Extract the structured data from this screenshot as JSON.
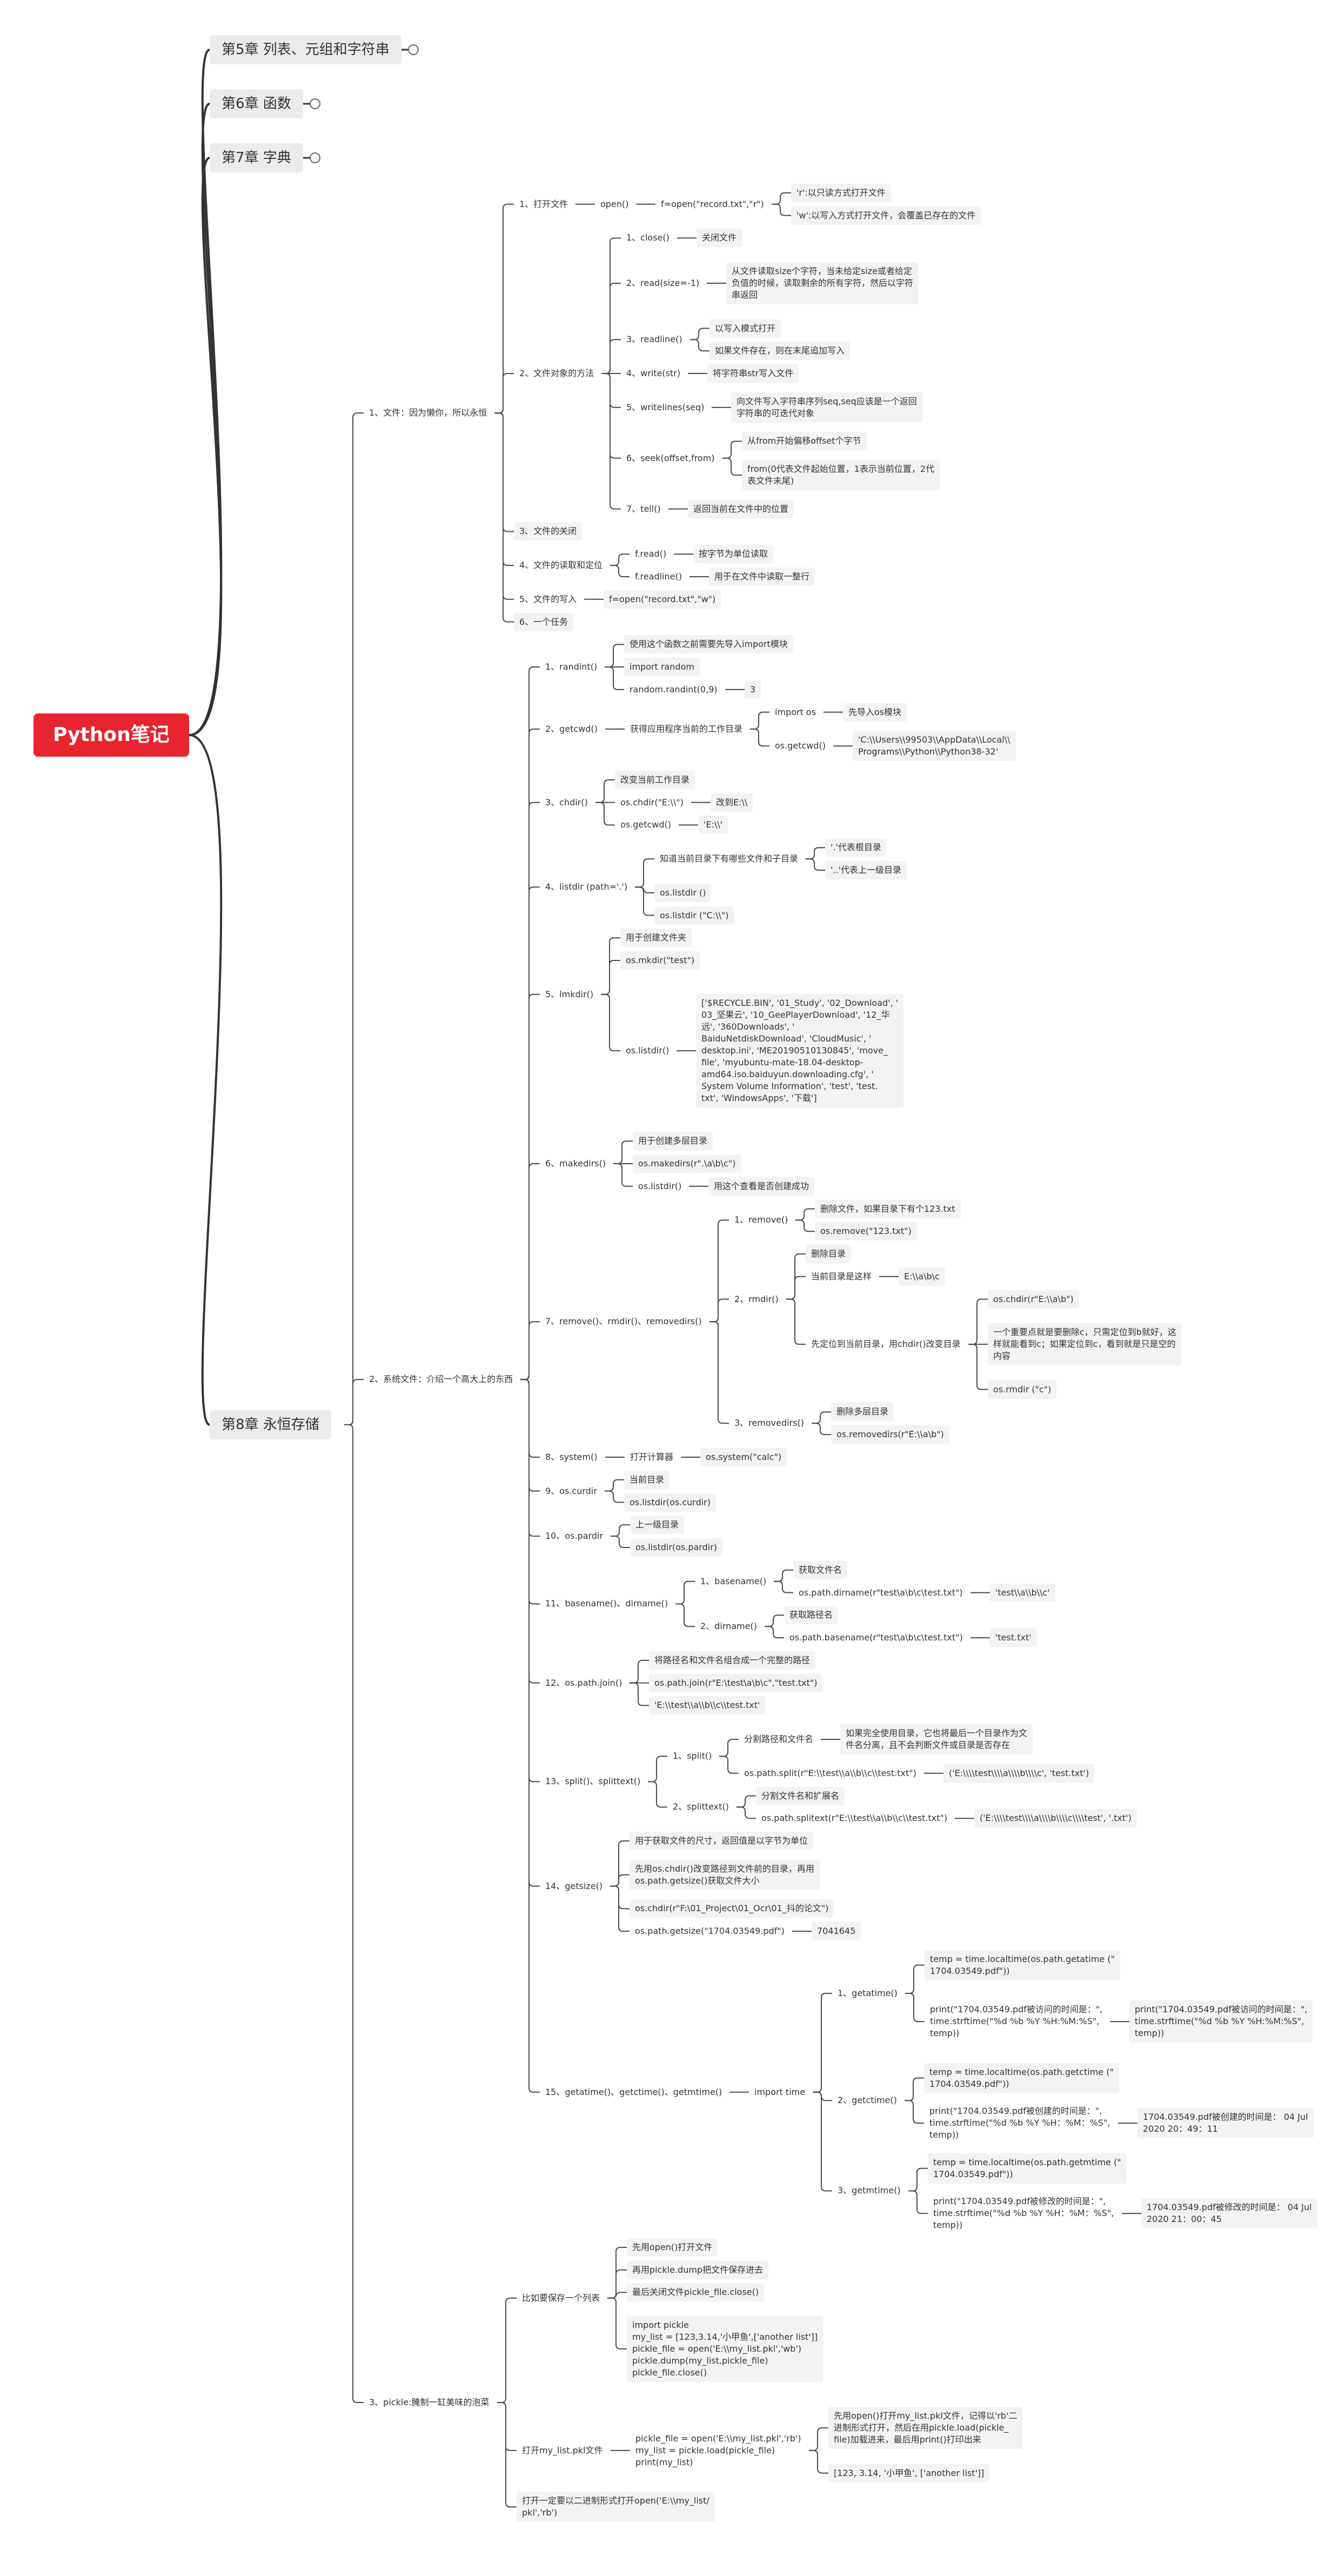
{
  "root": "Python笔记",
  "chapters": [
    "第5章 列表、元组和字符串",
    "第6章 函数",
    "第7章 字典",
    "第8章 永恒存储"
  ],
  "tree": [
    {
      "t": "1、文件：因为懒你，所以永恒",
      "c": [
        {
          "t": "1、打开文件",
          "c": [
            {
              "t": "open()",
              "c": [
                {
                  "t": "f=open(\"record.txt\",\"r\")",
                  "c": [
                    {
                      "t": "'r':以只读方式打开文件"
                    },
                    {
                      "t": "'w':以写入方式打开文件，会覆盖已存在的文件"
                    }
                  ]
                }
              ]
            }
          ]
        },
        {
          "t": "2、文件对象的方法",
          "c": [
            {
              "t": "1、close()",
              "c": [
                {
                  "t": "关闭文件"
                }
              ]
            },
            {
              "t": "2、read(size=-1)",
              "c": [
                {
                  "t": "从文件读取size个字符，当未给定size或者给定\n负值的时候，读取剩余的所有字符，然后以字符\n串返回"
                }
              ]
            },
            {
              "t": "3、readline()",
              "c": [
                {
                  "t": "以写入模式打开"
                },
                {
                  "t": "如果文件存在，则在末尾追加写入"
                }
              ]
            },
            {
              "t": "4、write(str)",
              "c": [
                {
                  "t": "将字符串str写入文件"
                }
              ]
            },
            {
              "t": "5、writelines(seq)",
              "c": [
                {
                  "t": "向文件写入字符串序列seq,seq应该是一个返回\n字符串的可迭代对象"
                }
              ]
            },
            {
              "t": "6、seek(offset,from)",
              "c": [
                {
                  "t": "从from开始偏移offset个字节"
                },
                {
                  "t": "from(0代表文件起始位置，1表示当前位置，2代\n表文件末尾)"
                }
              ]
            },
            {
              "t": "7、tell()",
              "c": [
                {
                  "t": "返回当前在文件中的位置"
                }
              ]
            }
          ]
        },
        {
          "t": "3、文件的关闭"
        },
        {
          "t": "4、文件的读取和定位",
          "c": [
            {
              "t": "f.read()",
              "c": [
                {
                  "t": "按字节为单位读取"
                }
              ]
            },
            {
              "t": "f.readline()",
              "c": [
                {
                  "t": "用于在文件中读取一整行"
                }
              ]
            }
          ]
        },
        {
          "t": "5、文件的写入",
          "c": [
            {
              "t": "f=open(\"record.txt\",\"w\")"
            }
          ]
        },
        {
          "t": "6、一个任务"
        }
      ]
    },
    {
      "t": "2、系统文件：介绍一个高大上的东西",
      "c": [
        {
          "t": "1、randint()",
          "c": [
            {
              "t": "使用这个函数之前需要先导入import模块"
            },
            {
              "t": "import random"
            },
            {
              "t": "random.randint(0,9)",
              "c": [
                {
                  "t": "3"
                }
              ]
            }
          ]
        },
        {
          "t": "2、getcwd()",
          "c": [
            {
              "t": "获得应用程序当前的工作目录",
              "c": [
                {
                  "t": "import os",
                  "c": [
                    {
                      "t": "先导入os模块"
                    }
                  ]
                },
                {
                  "t": "os.getcwd()",
                  "c": [
                    {
                      "t": "'C:\\\\Users\\\\99503\\\\AppData\\\\Local\\\\\nPrograms\\\\Python\\\\Python38-32'"
                    }
                  ]
                }
              ]
            }
          ]
        },
        {
          "t": "3、chdir()",
          "c": [
            {
              "t": "改变当前工作目录"
            },
            {
              "t": "os.chdir(\"E:\\\\\")",
              "c": [
                {
                  "t": "改到E:\\\\"
                }
              ]
            },
            {
              "t": "os.getcwd()",
              "c": [
                {
                  "t": "'E:\\\\'"
                }
              ]
            }
          ]
        },
        {
          "t": "4、listdir (path='.')",
          "c": [
            {
              "t": "知道当前目录下有哪些文件和子目录",
              "c": [
                {
                  "t": "'.'代表根目录"
                },
                {
                  "t": "'..'代表上一级目录"
                }
              ]
            },
            {
              "t": "os.listdir ()"
            },
            {
              "t": "os.listdir (\"C:\\\\\")"
            }
          ]
        },
        {
          "t": "5、lmkdir()",
          "c": [
            {
              "t": "用于创建文件夹"
            },
            {
              "t": "os.mkdir(\"test\")"
            },
            {
              "t": "os.listdir()",
              "c": [
                {
                  "t": "['$RECYCLE.BIN', '01_Study', '02_Download', '\n03_坚果云', '10_GeePlayerDownload', '12_华\n远', '360Downloads', '\nBaiduNetdiskDownload', 'CloudMusic', '\ndesktop.ini', 'ME20190510130845', 'move_\nfile', 'myubuntu-mate-18.04-desktop-\namd64.iso.baiduyun.downloading.cfg', '\nSystem Volume Information', 'test', 'test.\ntxt', 'WindowsApps', '下载']"
                }
              ]
            }
          ]
        },
        {
          "t": "6、makedirs()",
          "c": [
            {
              "t": "用于创建多层目录"
            },
            {
              "t": "os.makedirs(r\".\\a\\b\\c\")"
            },
            {
              "t": "os.listdir()",
              "c": [
                {
                  "t": "用这个查看是否创建成功"
                }
              ]
            }
          ]
        },
        {
          "t": "7、remove()、rmdir()、removedirs()",
          "c": [
            {
              "t": "1、remove()",
              "c": [
                {
                  "t": "删除文件，如果目录下有个123.txt"
                },
                {
                  "t": "os.remove(\"123.txt\")"
                }
              ]
            },
            {
              "t": "2、rmdir()",
              "c": [
                {
                  "t": "删除目录"
                },
                {
                  "t": "当前目录是这样",
                  "c": [
                    {
                      "t": "E:\\\\a\\b\\c"
                    }
                  ]
                },
                {
                  "t": "先定位到当前目录，用chdir()改变目录",
                  "c": [
                    {
                      "t": "os.chdir(r\"E:\\\\a\\b\")"
                    },
                    {
                      "t": "一个重要点就是要删除c，只需定位到b就好，这\n样就能看到c；如果定位到c，看到就是只是空的\n内容"
                    },
                    {
                      "t": "os.rmdir (\"c\")"
                    }
                  ]
                }
              ]
            },
            {
              "t": "3、removedirs()",
              "c": [
                {
                  "t": "删除多层目录"
                },
                {
                  "t": "os.removedirs(r\"E:\\\\a\\b\")"
                }
              ]
            }
          ]
        },
        {
          "t": "8、system()",
          "c": [
            {
              "t": "打开计算器",
              "c": [
                {
                  "t": "os.system(\"calc\")"
                }
              ]
            }
          ]
        },
        {
          "t": "9、os.curdir",
          "c": [
            {
              "t": "当前目录"
            },
            {
              "t": "os.listdir(os.curdir)"
            }
          ]
        },
        {
          "t": "10、os.pardir",
          "c": [
            {
              "t": "上一级目录"
            },
            {
              "t": "os.listdir(os.pardir)"
            }
          ]
        },
        {
          "t": "11、basename()、dirname()",
          "c": [
            {
              "t": "1、basename()",
              "c": [
                {
                  "t": "获取文件名"
                },
                {
                  "t": "os.path.dirname(r\"test\\a\\b\\c\\test.txt\")",
                  "c": [
                    {
                      "t": "'test\\\\a\\\\b\\\\c'"
                    }
                  ]
                }
              ]
            },
            {
              "t": "2、dirname()",
              "c": [
                {
                  "t": "获取路径名"
                },
                {
                  "t": "os.path.basename(r\"test\\a\\b\\c\\test.txt\")",
                  "c": [
                    {
                      "t": "'test.txt'"
                    }
                  ]
                }
              ]
            }
          ]
        },
        {
          "t": "12、os.path.join()",
          "c": [
            {
              "t": "将路径名和文件名组合成一个完整的路径"
            },
            {
              "t": "os.path.join(r\"E:\\test\\a\\b\\c\",\"test.txt\")"
            },
            {
              "t": "'E:\\\\test\\\\a\\\\b\\\\c\\\\test.txt'"
            }
          ]
        },
        {
          "t": "13、split()、splittext()",
          "c": [
            {
              "t": "1、split()",
              "c": [
                {
                  "t": "分割路径和文件名",
                  "c": [
                    {
                      "t": "如果完全使用目录，它也将最后一个目录作为文\n件名分离，且不会判断文件或目录是否存在"
                    }
                  ]
                },
                {
                  "t": "os.path.split(r\"E:\\\\test\\\\a\\\\b\\\\c\\\\test.txt\")",
                  "c": [
                    {
                      "t": "('E:\\\\\\\\test\\\\\\\\a\\\\\\\\b\\\\\\\\c', 'test.txt')"
                    }
                  ]
                }
              ]
            },
            {
              "t": "2、splittext()",
              "c": [
                {
                  "t": "分割文件名和扩展名"
                },
                {
                  "t": "os.path.splitext(r\"E:\\\\test\\\\a\\\\b\\\\c\\\\test.txt\")",
                  "c": [
                    {
                      "t": "('E:\\\\\\\\test\\\\\\\\a\\\\\\\\b\\\\\\\\c\\\\\\\\test', '.txt')"
                    }
                  ]
                }
              ]
            }
          ]
        },
        {
          "t": "14、getsize()",
          "c": [
            {
              "t": "用于获取文件的尺寸，返回值是以字节为单位"
            },
            {
              "t": "先用os.chdir()改变路径到文件前的目录，再用\nos.path.getsize()获取文件大小"
            },
            {
              "t": "os.chdir(r\"F:\\01_Project\\01_Ocr\\01_抖的论文\")"
            },
            {
              "t": "os.path.getsize(\"1704.03549.pdf\")",
              "c": [
                {
                  "t": "7041645"
                }
              ]
            }
          ]
        },
        {
          "t": "15、getatime()、getctime()、getmtime()",
          "c": [
            {
              "t": "import time",
              "c": [
                {
                  "t": "1、getatime()",
                  "c": [
                    {
                      "t": "temp = time.localtime(os.path.getatime (\"\n1704.03549.pdf\"))"
                    },
                    {
                      "t": "print(\"1704.03549.pdf被访问的时间是：\",\ntime.strftime(\"%d %b %Y %H:%M:%S\",\ntemp))",
                      "c": [
                        {
                          "t": "print(\"1704.03549.pdf被访问的时间是：\",\ntime.strftime(\"%d %b %Y %H:%M:%S\",\ntemp))"
                        }
                      ]
                    }
                  ]
                },
                {
                  "t": "2、getctime()",
                  "c": [
                    {
                      "t": "temp = time.localtime(os.path.getctime (\"\n1704.03549.pdf\"))"
                    },
                    {
                      "t": "print(\"1704.03549.pdf被创建的时间是：\",\ntime.strftime(\"%d %b %Y %H：%M：%S\",\ntemp))",
                      "c": [
                        {
                          "t": "1704.03549.pdf被创建的时间是： 04 Jul\n2020 20：49：11"
                        }
                      ]
                    }
                  ]
                },
                {
                  "t": "3、getmtime()",
                  "c": [
                    {
                      "t": "temp = time.localtime(os.path.getmtime (\"\n1704.03549.pdf\"))"
                    },
                    {
                      "t": "print(\"1704.03549.pdf被修改的时间是：\",\ntime.strftime(\"%d %b %Y %H：%M：%S\",\ntemp))",
                      "c": [
                        {
                          "t": "1704.03549.pdf被修改的时间是： 04 Jul\n2020 21：00：45"
                        }
                      ]
                    }
                  ]
                }
              ]
            }
          ]
        }
      ]
    },
    {
      "t": "3、pickle:腌制一缸美味的泡菜",
      "c": [
        {
          "t": "比如要保存一个列表",
          "c": [
            {
              "t": "先用open()打开文件"
            },
            {
              "t": "再用pickle.dump把文件保存进去"
            },
            {
              "t": "最后关闭文件pickle_file.close()"
            },
            {
              "t": "import pickle\nmy_list = [123,3.14,'小甲鱼',['another list']]\npickle_file = open('E:\\\\my_list.pkl','wb')\npickle.dump(my_list,pickle_file)\npickle_file.close()"
            }
          ]
        },
        {
          "t": "打开my_list.pkl文件",
          "c": [
            {
              "t": "pickle_file = open('E:\\\\my_list.pkl','rb')\nmy_list = pickle.load(pickle_file)\nprint(my_list)",
              "c": [
                {
                  "t": "先用open()打开my_list.pkl文件，记得以'rb'二\n进制形式打开，然后在用pickle.load(pickle_\nfile)加载进来，最后用print()打印出来"
                },
                {
                  "t": "[123, 3.14, '小甲鱼', ['another list']]"
                }
              ]
            }
          ]
        },
        {
          "t": "打开一定要以二进制形式打开open('E:\\\\my_list/\npkl','rb')"
        }
      ]
    }
  ]
}
